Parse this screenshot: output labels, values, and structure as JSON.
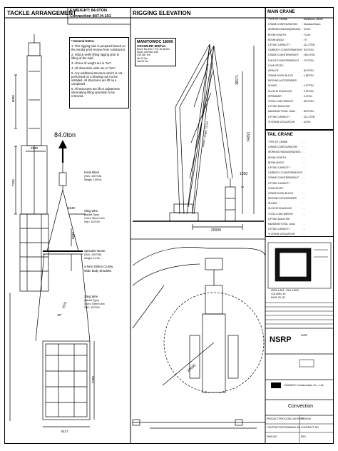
{
  "tackle": {
    "title": "TACKLE ARRANGEMENT",
    "weight_label": "E'WEIGHT: 84.0TON",
    "connection_label": "Connection 847-H-101",
    "load_tag": "84.0ton",
    "dim_6000": "6000",
    "dim_2930": "2930",
    "dim_7234": "7234",
    "dim_5696": "5696",
    "dim_4640": "4640",
    "dim_7870": "7870",
    "dim_7299": "7299",
    "dim_6117": "6117",
    "angle": "45°",
    "hook_block": {
      "name": "Hook Block",
      "detail1": "(SWL: 150TON)",
      "detail2": "Weight: 1.85Ton"
    },
    "sling1": {
      "name": "Sling Wire",
      "sub": "(Basket Type)",
      "detail1": "2-Ne's 75mm×12m",
      "detail2": "SWL: 110TON"
    },
    "spreader": {
      "name": "Spreader Beam",
      "detail1": "(SWL: 200TON)",
      "detail2": "Weight: 3.4Ton"
    },
    "shackles": {
      "name": "4-Ne's 200ton Crosby",
      "detail": "Wide Body Shackles"
    },
    "sling2": {
      "name": "Sling Wire",
      "sub": "(Basket Type)",
      "detail1": "4-Ne's 75mm×16m",
      "detail2": "SWL: 110TON"
    }
  },
  "notes": {
    "title": "* General Notes:",
    "items": [
      "1. This rigging plan is prepared based on the vendor print receive from constructor.",
      "2. Hold & verify lifting rigging prior to lifting of the load.",
      "3. All ties of weight are in \"ton\"",
      "4. All dimension units are in \"mm\"",
      "5. Any additional structure which is not performed on a drawing can not be installed. All structures are lift as a completed",
      "6. All structures are lift or adjustment interrupting lifting operation to be removed."
    ]
  },
  "rigging": {
    "title": "RIGGING ELEVATION",
    "crane_name": "MANITOWOC 18000",
    "crane_sub": "CRAWLER 800Ton",
    "crane_detail": [
      "Boom No.63m + Fly Jib 48.6m",
      "Super Lift Rad. 20m",
      "CW 150 Ton",
      "Jib 24.9m",
      "Tail 40 Ton"
    ],
    "dim_38171": "38171",
    "dim_74263": "74263",
    "dim_1200": "1200",
    "dim_20000": "20000",
    "boom_label": "Boom Length 73.2m"
  },
  "plan": {
    "radius_label": "20000",
    "legend": [
      "AREA LIMIT : SWL 14000",
      "COLUMN: 40",
      "DWG: 50-111"
    ]
  },
  "main_crane": {
    "title": "MAIN CRANE",
    "rows": [
      [
        "TYPE OF CRANE",
        ": Manitowoc 18000"
      ],
      [
        "CRANE CONFIGURATION",
        ": Standard Boom"
      ],
      [
        "WORKING RADIUS(RADIUS)",
        ": 20.0m"
      ],
      [
        "BOOM LENGTH",
        ": 73.2m"
      ],
      [
        "BOOM ANGLE",
        ": 74°"
      ],
      [
        "LIFTING CAPACITY",
        ": 211.2TON"
      ],
      [
        "CARBODY COUNTERWEIGHT",
        ": 90.0TON"
      ],
      [
        "CRANE COUNTERWEIGHT",
        ": 150.0TON"
      ],
      [
        "P.HOLE COUNTERWEIGHT",
        ": 70.0TON"
      ],
      [
        "LOAD STUDY",
        ""
      ],
      [
        "AREA OF",
        ": 84.0TON"
      ],
      [
        "CRANE HOOK BLOCK",
        ": 1.85TON"
      ],
      [
        "RIGGING ACCESSORIES",
        ""
      ],
      [
        "SLINGS",
        ": 0.37TON"
      ],
      [
        "SLOCHE SHACKLES",
        ": 0.24TON"
      ],
      [
        "SPREADER",
        ": 3.4TON"
      ],
      [
        "TOTAL LOAD WEIGHT",
        ": 89.9TON"
      ],
      [
        "LIFTING ANALYSIS",
        ""
      ],
      [
        "MAXIMUM TOTAL LOAD",
        ": 89.9TON"
      ],
      [
        "LIFTING CAPACITY",
        ": 211.2TON"
      ],
      [
        "% CRANE UTILIZATION",
        ": 42.6%"
      ]
    ]
  },
  "tail_crane": {
    "title": "TAIL CRANE",
    "rows": [
      [
        "TYPE OF CRANE",
        ": -"
      ],
      [
        "CRANE CONFIGURATION",
        ": -"
      ],
      [
        "WORKING RADIUS(RADIUS)",
        ": -"
      ],
      [
        "BOOM LENGTH",
        ": -"
      ],
      [
        "BOOM ANGLE",
        ": -"
      ],
      [
        "LIFTING CAPACITY",
        ": -"
      ],
      [
        "CARBODY COUNTERWEIGHT",
        ": -"
      ],
      [
        "CRANE COUNTERWEIGHT",
        ": -"
      ],
      [
        "LIFTING CAPACITY",
        ": -"
      ],
      [
        "LOAD STUDY",
        ""
      ],
      [
        "CRANE HOOK BLOCK",
        ": -"
      ],
      [
        "RIGGING ACCESSORIES",
        ": -"
      ],
      [
        "SLINGS",
        ": -"
      ],
      [
        "SLOCHE SHACKLES",
        ": -"
      ],
      [
        "TOTAL LOAD WEIGHT",
        ": -"
      ],
      [
        "LIFTING ANALYSIS",
        ""
      ],
      [
        "MAXIMUM TOTAL LOAD",
        ": -"
      ],
      [
        "LIFTING CAPACITY",
        ": -"
      ],
      [
        "% CRANE UTILIZATION",
        ": -"
      ]
    ]
  },
  "title_block": {
    "project_short": "NSRP",
    "client_name": "NSRP",
    "contractor_name": "CHUNJO Construction Co., Ltd.",
    "drawing_title": "Convection",
    "rev_rows": [
      [
        "PRODUCT/PROCESS-DATE/REF",
        "ITEM NO"
      ],
      [
        "CONTRACTOR DRAWING NO",
        "CONTRACT NO"
      ],
      [
        "DWG NO",
        "REV"
      ]
    ]
  }
}
